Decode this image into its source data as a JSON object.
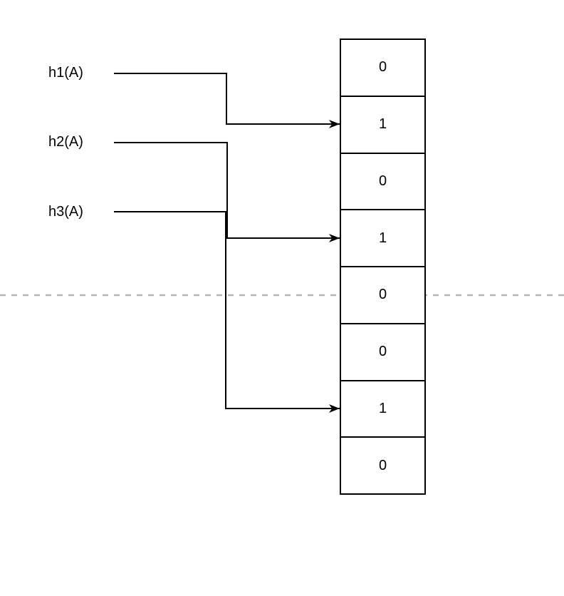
{
  "diagram": {
    "kind": "bloom-filter-bit-array",
    "hash_functions": [
      {
        "label": "h1(A)",
        "target_cell_index": 1
      },
      {
        "label": "h2(A)",
        "target_cell_index": 3
      },
      {
        "label": "h3(A)",
        "target_cell_index": 6
      }
    ],
    "bit_array": {
      "cell_count": 8,
      "values": [
        "0",
        "1",
        "0",
        "1",
        "0",
        "0",
        "1",
        "0"
      ]
    },
    "colors": {
      "line": "#000000",
      "text": "#000000",
      "dashed_divider": "#b5b5b5",
      "background": "#ffffff"
    }
  }
}
